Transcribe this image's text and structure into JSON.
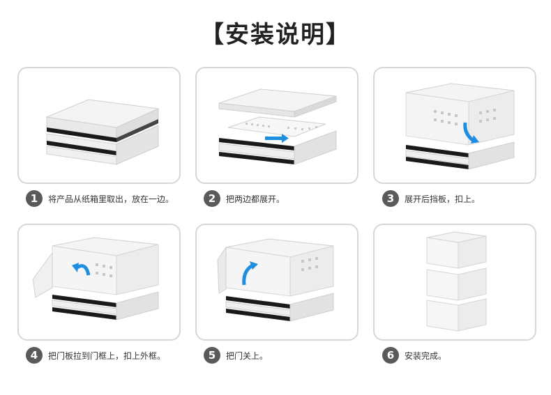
{
  "title": "【安装说明】",
  "steps": [
    {
      "number": "1",
      "text": "将产品从纸箱里取出，放在一边。"
    },
    {
      "number": "2",
      "text": "把两边都展开。"
    },
    {
      "number": "3",
      "text": "展开后挡板，扣上。"
    },
    {
      "number": "4",
      "text": "把门板拉到门框上，扣上外框。"
    },
    {
      "number": "5",
      "text": "把门关上。"
    },
    {
      "number": "6",
      "text": "安装完成。"
    }
  ],
  "colors": {
    "arrow": "#1e8ee0",
    "badge": "#5a5a5a",
    "card_border": "#d7d7d7",
    "panel": "#f1f1f1",
    "stripe": "#1a1a1a"
  }
}
